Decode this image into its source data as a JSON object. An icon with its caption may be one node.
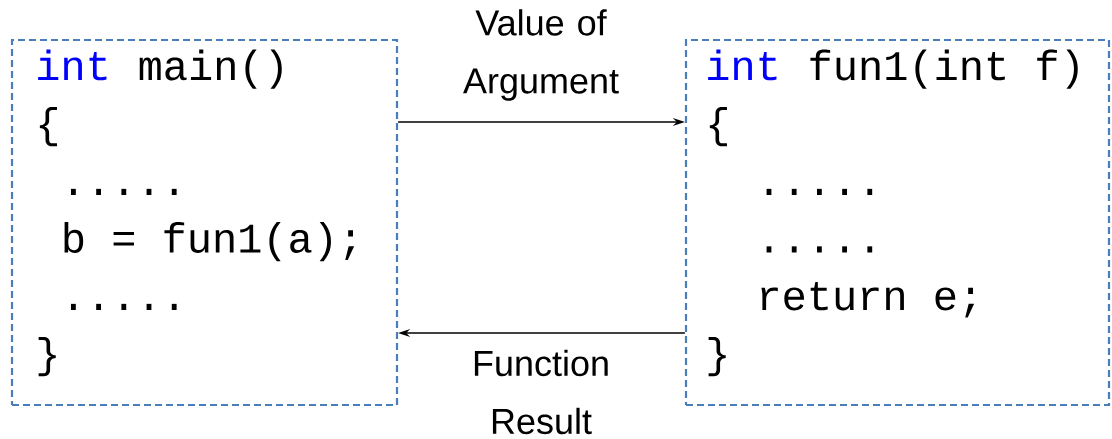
{
  "diagram": {
    "nodes": [
      {
        "text": [
          "int",
          "main()",
          "{",
          ".....",
          "b = fun1(a);",
          ".....",
          "}"
        ]
      },
      {
        "text": [
          "int",
          "fun1(int f)",
          "{",
          ".....",
          ".....",
          "return e;",
          "}"
        ]
      }
    ],
    "edges": [
      {
        "from": 0,
        "to": 1,
        "arrow": "to",
        "label": "Value of Argument"
      },
      {
        "from": 1,
        "to": 0,
        "arrow": "to",
        "label": "Function Result"
      }
    ]
  }
}
